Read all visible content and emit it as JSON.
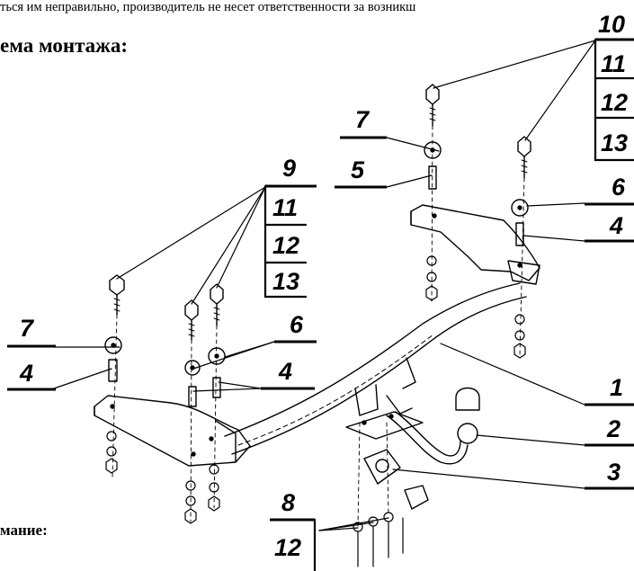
{
  "header": {
    "cut_text": "ться им неправильно, производитель не несет ответственности за возникш",
    "title": "ема монтажа:"
  },
  "footer": {
    "note_label": "мание:"
  },
  "callouts": {
    "c1": "1",
    "c2": "2",
    "c3": "3",
    "c4a": "4",
    "c4b": "4",
    "c4c": "4",
    "c5": "5",
    "c6a": "6",
    "c6b": "6",
    "c7a": "7",
    "c7b": "7",
    "c8": "8",
    "c9": "9",
    "c10": "10",
    "c11a": "11",
    "c11b": "11",
    "c12a": "12",
    "c12b": "12",
    "c12c": "12",
    "c13a": "13",
    "c13b": "13"
  }
}
